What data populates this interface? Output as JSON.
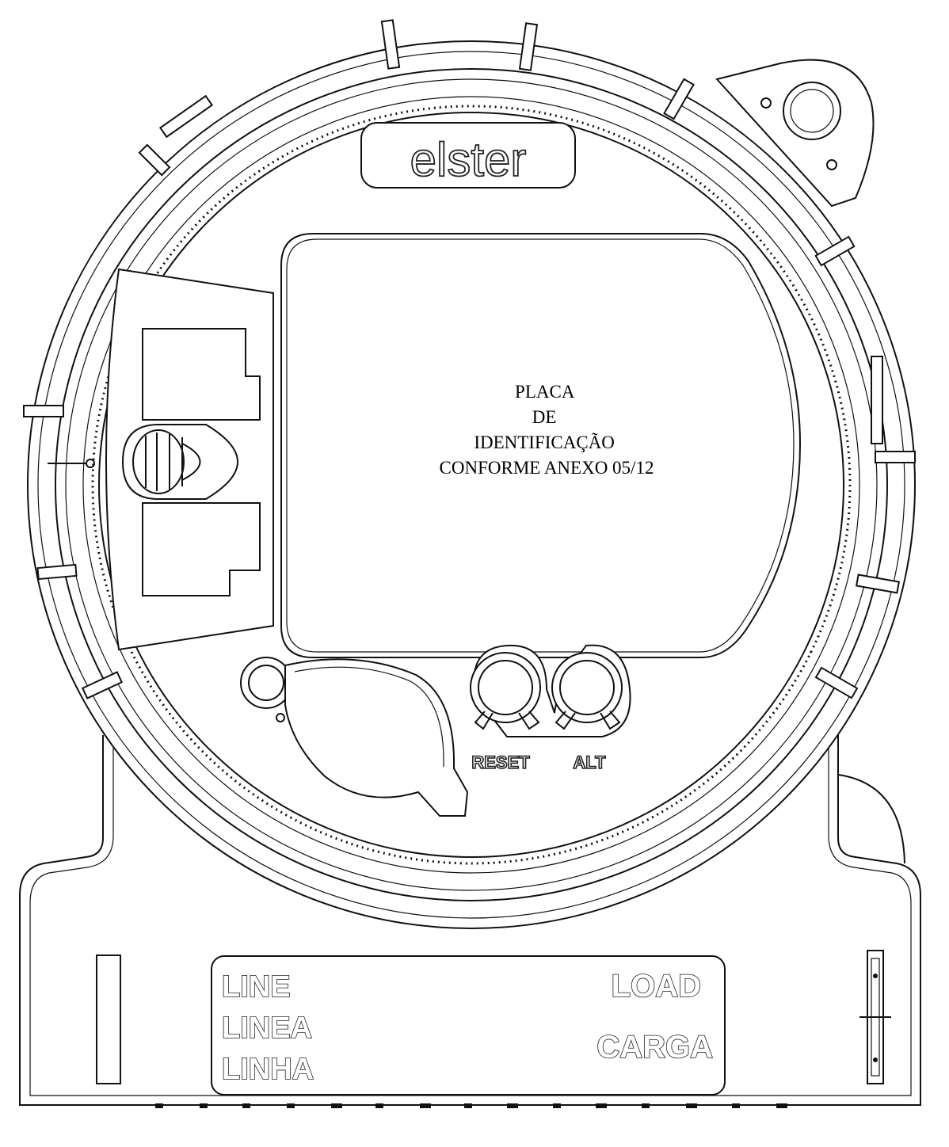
{
  "brand": {
    "logo_text": "elster"
  },
  "nameplate": {
    "lines": [
      "PLACA",
      "DE",
      "IDENTIFICAÇÃO",
      "CONFORME ANEXO 05/12"
    ]
  },
  "buttons": {
    "reset_label": "RESET",
    "alt_label": "ALT"
  },
  "terminal_panel": {
    "line_labels": [
      "LINE",
      "LINEA",
      "LINHA"
    ],
    "load_labels": [
      "LOAD",
      "CARGA"
    ]
  }
}
